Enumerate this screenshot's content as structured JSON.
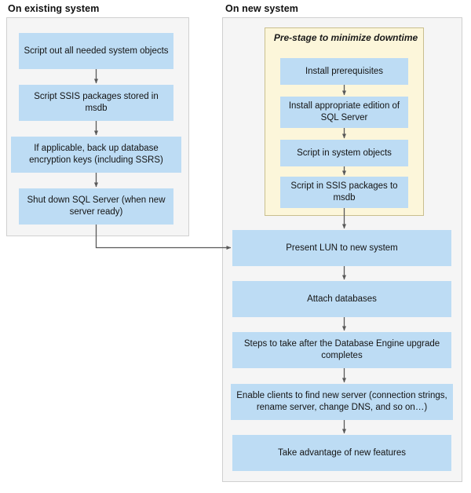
{
  "diagram": {
    "title_existing": "On existing system",
    "title_new": "On new system",
    "colors": {
      "node_fill": "#bddcf4",
      "panel_fill": "#f5f5f5",
      "panel_border": "#d0d0d0",
      "prestage_fill": "#fcf6da",
      "prestage_border": "#c9bf8e",
      "connector": "#595959",
      "text": "#141414"
    }
  },
  "existing_system": {
    "header": "On existing system",
    "nodes": [
      {
        "id": "script-system-objects",
        "label": "Script out all needed system objects"
      },
      {
        "id": "script-ssis",
        "label": "Script SSIS packages stored in msdb"
      },
      {
        "id": "backup-keys",
        "label": "If applicable, back up database encryption keys (including SSRS)"
      },
      {
        "id": "shutdown",
        "label": "Shut down SQL Server (when new server ready)"
      }
    ]
  },
  "new_system": {
    "header": "On new system",
    "prestage": {
      "title": "Pre-stage to minimize downtime",
      "nodes": [
        {
          "id": "install-prereq",
          "label": "Install prerequisites"
        },
        {
          "id": "install-edition",
          "label": "Install appropriate edition of SQL Server"
        },
        {
          "id": "script-sys-objects-new",
          "label": "Script in system objects"
        },
        {
          "id": "script-ssis-msdb",
          "label": "Script in SSIS packages to msdb"
        }
      ]
    },
    "nodes": [
      {
        "id": "present-lun",
        "label": "Present LUN to new system"
      },
      {
        "id": "attach-databases",
        "label": "Attach databases"
      },
      {
        "id": "post-upgrade-steps",
        "label": "Steps to take after the Database Engine upgrade completes"
      },
      {
        "id": "enable-clients",
        "label": "Enable clients to find new server (connection strings, rename server, change DNS, and so on…)"
      },
      {
        "id": "new-features",
        "label": "Take advantage of new features"
      }
    ]
  }
}
